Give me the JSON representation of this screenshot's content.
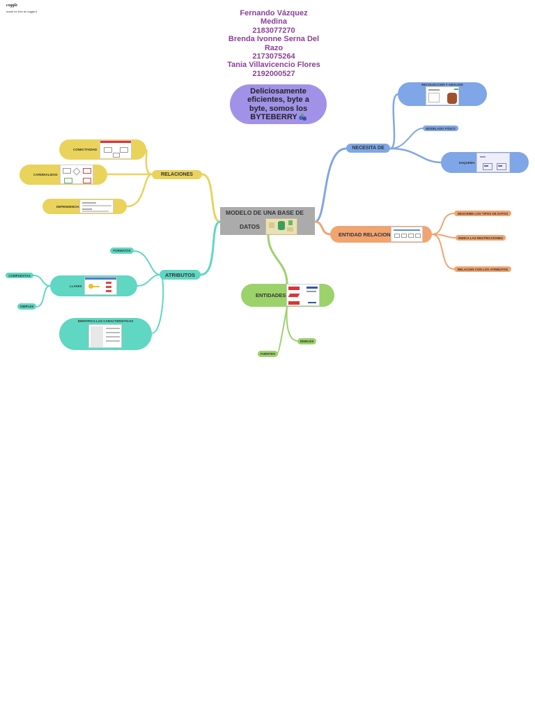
{
  "brand": {
    "logo": "coggle",
    "tagline": "made for free at coggle.it"
  },
  "authors": [
    "Fernando Vázquez",
    "Medina",
    "2183077270",
    "Brenda Ivonne Serna Del",
    "Razo",
    "2173075264",
    "Tania Villavicencio Flores",
    "2192000527"
  ],
  "slogan": {
    "line1": "Deliciosamente",
    "line2": "eficientes, byte a",
    "line3": "byte, somos los",
    "line4": "BYTEBERRY",
    "emoji": "🫐"
  },
  "center": {
    "line1": "MODELO DE UNA BASE DE",
    "line2": "DATOS"
  },
  "branches": {
    "relaciones": {
      "label": "RELACIONES",
      "children": [
        "CONECTIVIDAD",
        "CARDINALIDAD",
        "DEPENDENCIA"
      ]
    },
    "atributos": {
      "label": "ATRIBUTOS",
      "formatos": "FORMATOS",
      "llaves": "LLAVES",
      "compuestas": "COMPUESTAS",
      "simples": "SIMPLES",
      "caracteristicas": "IDENTIFICA LAS CARACTERISTICAS"
    },
    "necesita": {
      "label": "NECESITA DE",
      "children": [
        "RECOLECCION Y ANALISIS",
        "MODELADO FISICO",
        "ESQUEMA"
      ]
    },
    "entidad_relacion": {
      "label": "ENTIDAD RELACION",
      "children": [
        "DESCRIBE LOS TIPOS DE DATOS",
        "INDICA LAS RESTRICCIONES",
        "RELACION CON LOS ATRIBUTOS"
      ]
    },
    "entidades": {
      "label": "ENTIDADES",
      "children": [
        "DEBILES",
        "FUERTES"
      ]
    }
  },
  "colors": {
    "yellow": "#e9d35b",
    "teal": "#5fd7c2",
    "blue": "#7fa6e6",
    "orange": "#f0a46f",
    "green": "#9bd26a",
    "purple_bubble": "#a192e8",
    "center_box": "#ababab",
    "author_text": "#8b3f98"
  },
  "icons": [
    "database-icon",
    "key-icon",
    "blueberry-icon"
  ]
}
